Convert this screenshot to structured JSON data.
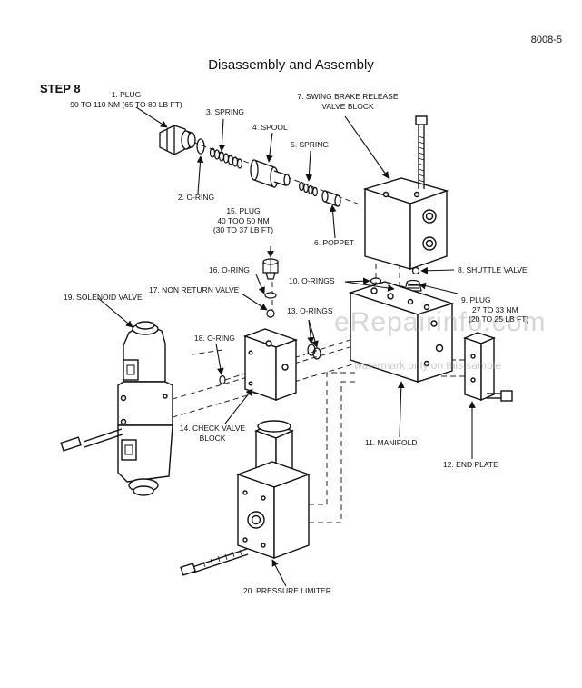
{
  "page_number": "8008-5",
  "title": "Disassembly and Assembly",
  "step": "STEP 8",
  "watermark": {
    "main": "eRepairinfo.com",
    "sub": "watermark only on this sample"
  },
  "callouts": {
    "c1": "1. PLUG",
    "c1_spec": "90 TO 110 NM (65 TO 80 LB FT)",
    "c2": "2. O-RING",
    "c3": "3. SPRING",
    "c4": "4. SPOOL",
    "c5": "5. SPRING",
    "c6": "6. POPPET",
    "c7": "7. SWING BRAKE RELEASE",
    "c7b": "VALVE BLOCK",
    "c8": "8. SHUTTLE VALVE",
    "c9": "9. PLUG",
    "c9_spec1": "27 TO 33 NM",
    "c9_spec2": "(20 TO 25 LB FT)",
    "c10": "10. O-RINGS",
    "c11": "11. MANIFOLD",
    "c12": "12. END PLATE",
    "c13": "13. O-RINGS",
    "c14": "14. CHECK VALVE",
    "c14b": "BLOCK",
    "c15": "15. PLUG",
    "c15_spec1": "40 TOO 50 NM",
    "c15_spec2": "(30 TO 37 LB FT)",
    "c16": "16. O-RING",
    "c17": "17. NON RETURN VALVE",
    "c18": "18. O-RING",
    "c19": "19. SOLENOID VALVE",
    "c20": "20. PRESSURE LIMITER"
  }
}
